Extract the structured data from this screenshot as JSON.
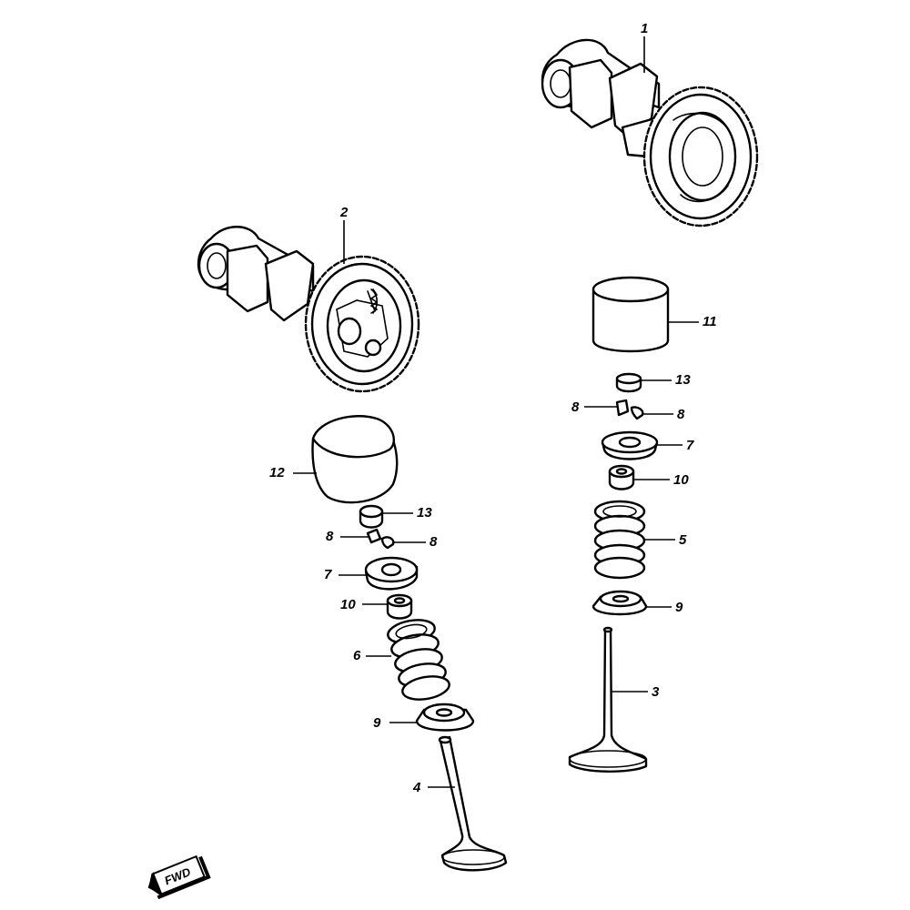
{
  "labels": {
    "camshaft_1": "1",
    "camshaft_2": "2",
    "valve_3": "3",
    "valve_4": "4",
    "spring_5": "5",
    "spring_6": "6",
    "retainer_7_right": "7",
    "retainer_7_left": "7",
    "cotter_8_right_a": "8",
    "cotter_8_right_b": "8",
    "cotter_8_left_a": "8",
    "cotter_8_left_b": "8",
    "seat_9_right": "9",
    "seat_9_left": "9",
    "seal_10_right": "10",
    "seal_10_left": "10",
    "tappet_11": "11",
    "tappet_12": "12",
    "shim_13_right": "13",
    "shim_13_left": "13"
  },
  "fwd_badge": "FWD",
  "icons": {
    "fwd": "fwd-arrow-icon"
  },
  "colors": {
    "line": "#000000",
    "background": "#ffffff"
  }
}
